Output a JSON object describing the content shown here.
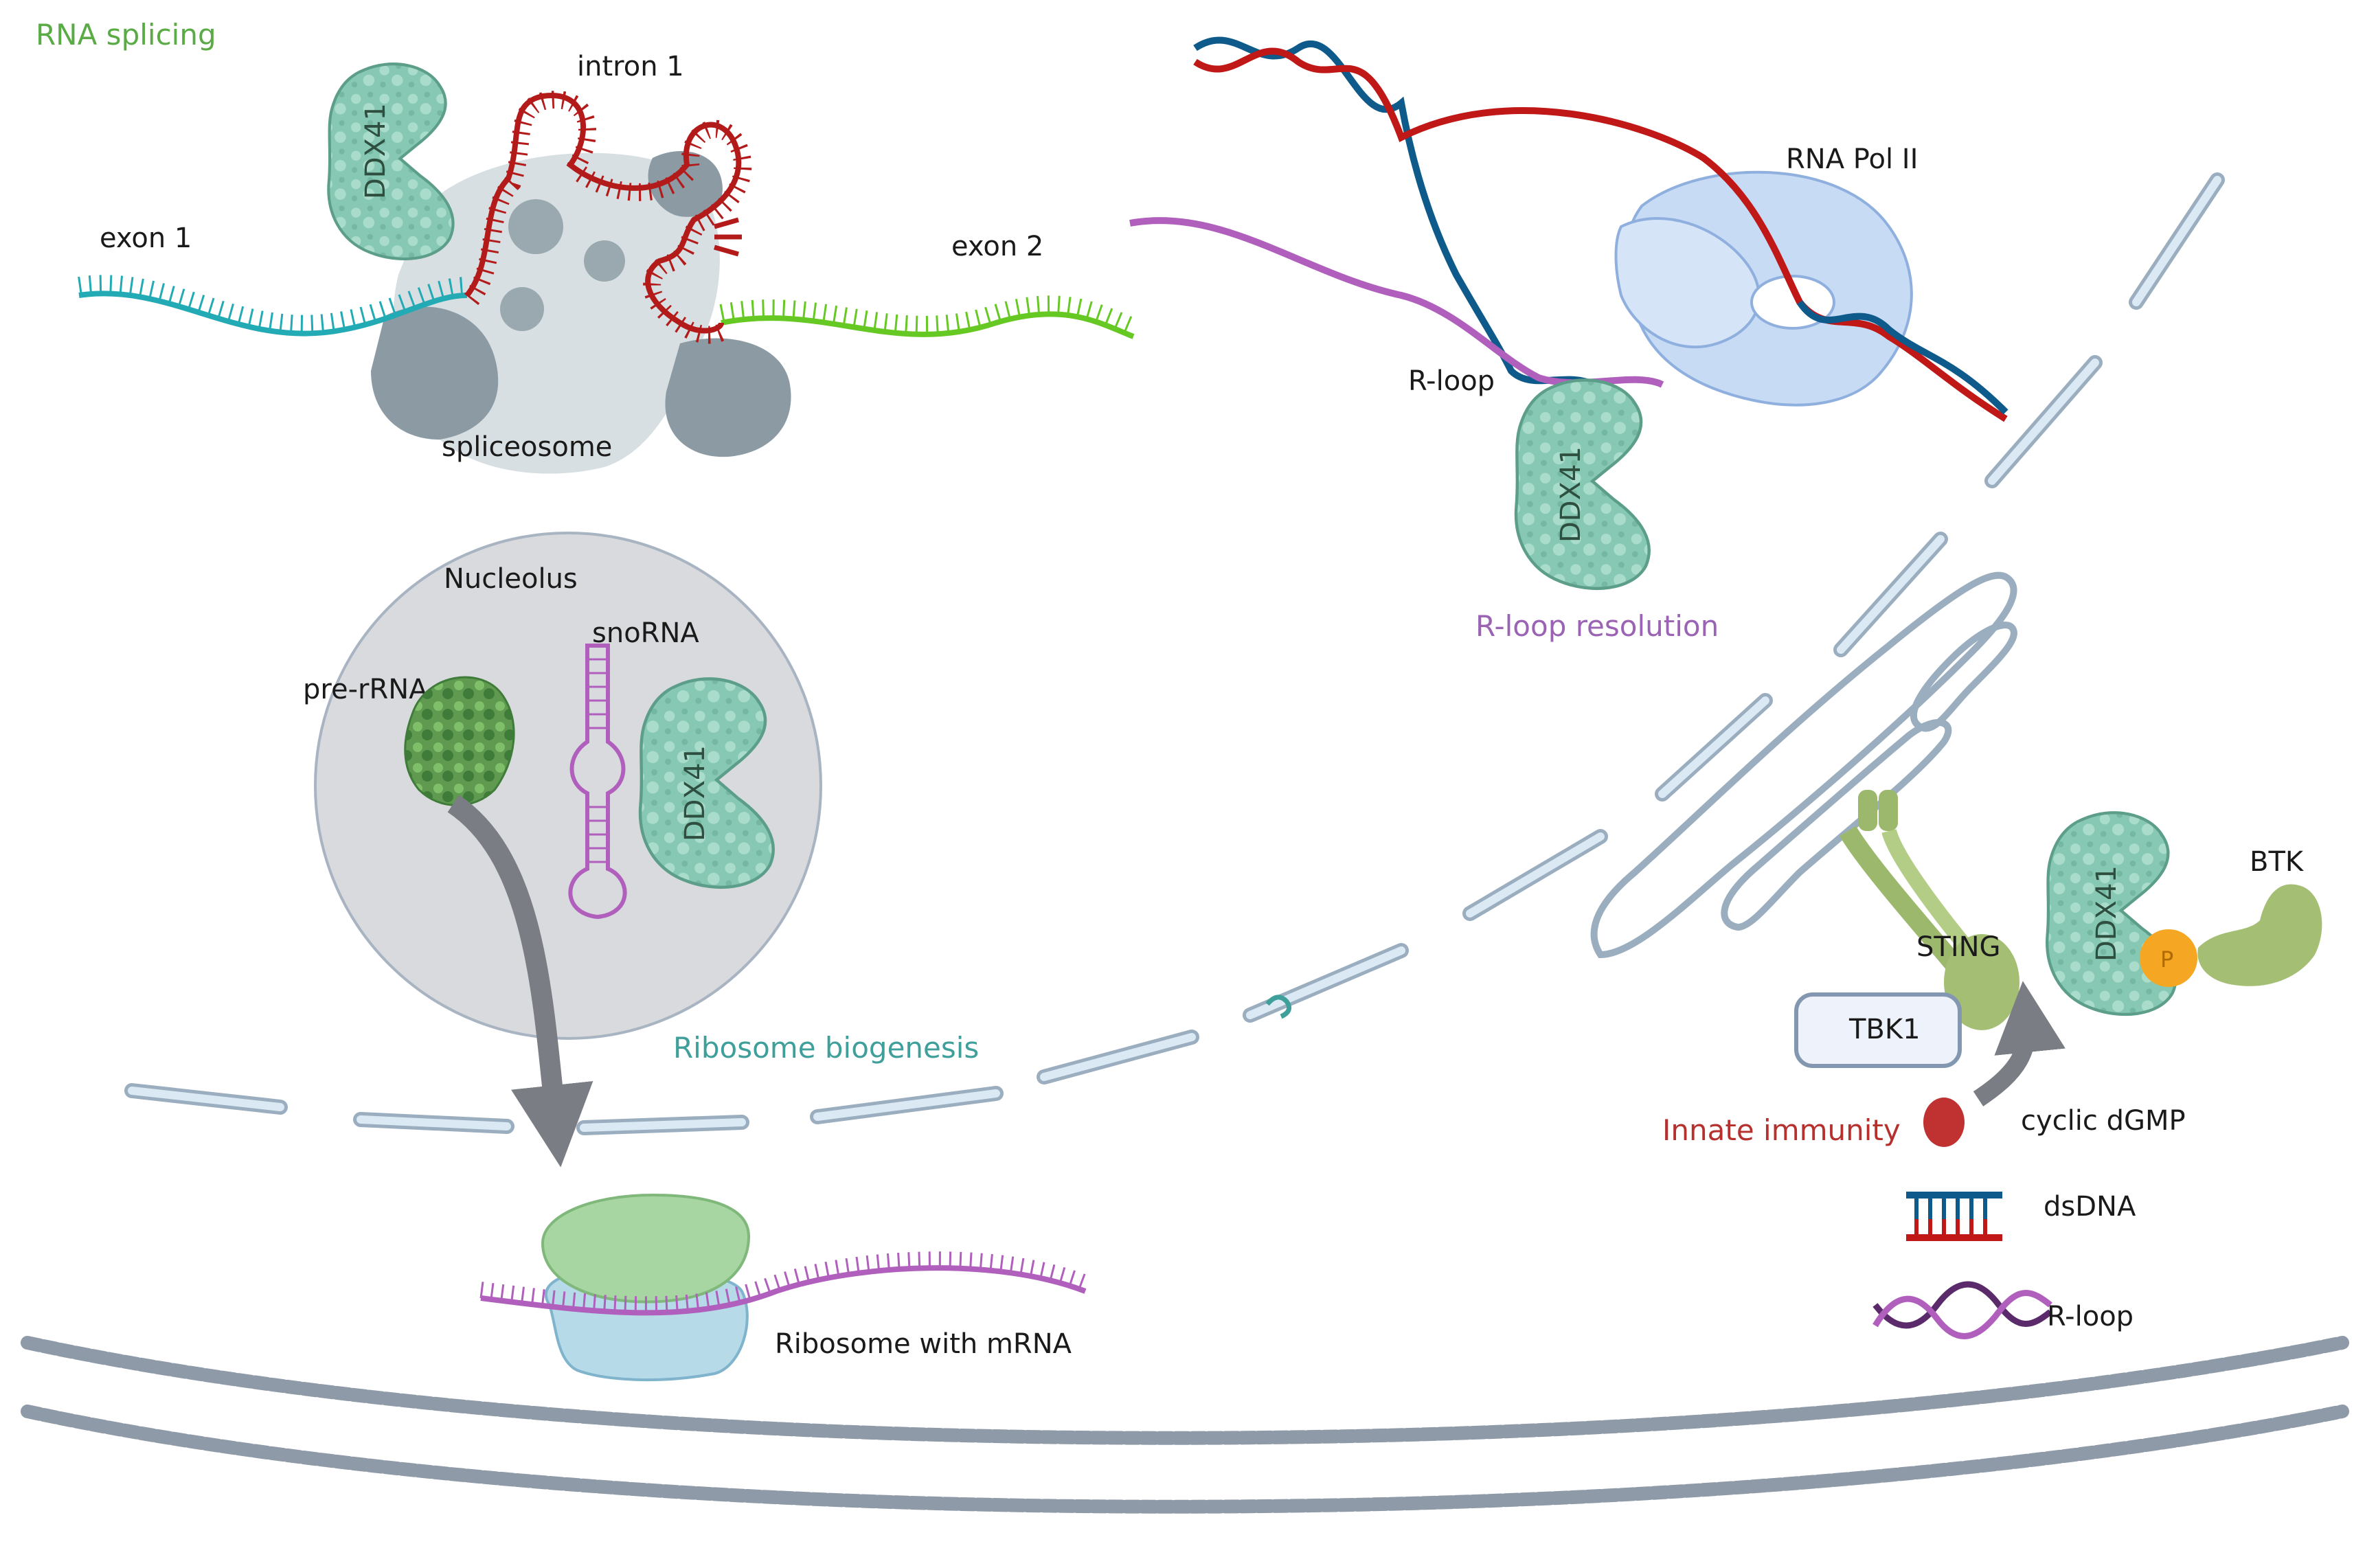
{
  "sections": {
    "rna_splicing": "RNA splicing",
    "r_loop_resolution": "R-loop resolution",
    "ribosome_biogenesis": "Ribosome biogenesis",
    "innate_immunity": "Innate immunity"
  },
  "labels": {
    "intron1": "intron 1",
    "exon1": "exon 1",
    "exon2": "exon 2",
    "spliceosome": "spliceosome",
    "rna_pol_ii": "RNA Pol II",
    "r_loop": "R-loop",
    "nucleolus": "Nucleolus",
    "snorna": "snoRNA",
    "pre_rrna": "pre-rRNA",
    "sting": "STING",
    "tbk1": "TBK1",
    "btk": "BTK",
    "phospho": "P",
    "ribosome_mrna": "Ribosome with mRNA"
  },
  "proteins": {
    "ddx41": "DDX41"
  },
  "legend": {
    "cyclic_dgmp": "cyclic dGMP",
    "dsdna": "dsDNA",
    "r_loop": "R-loop"
  },
  "colors": {
    "splicing": "#5aab46",
    "r_loop_resolution": "#9a63b4",
    "ribosome_biogenesis": "#3f9f9a",
    "innate_immunity": "#b6312e",
    "ddx41": "#86c8b3",
    "membrane": "#dbe9f5"
  }
}
